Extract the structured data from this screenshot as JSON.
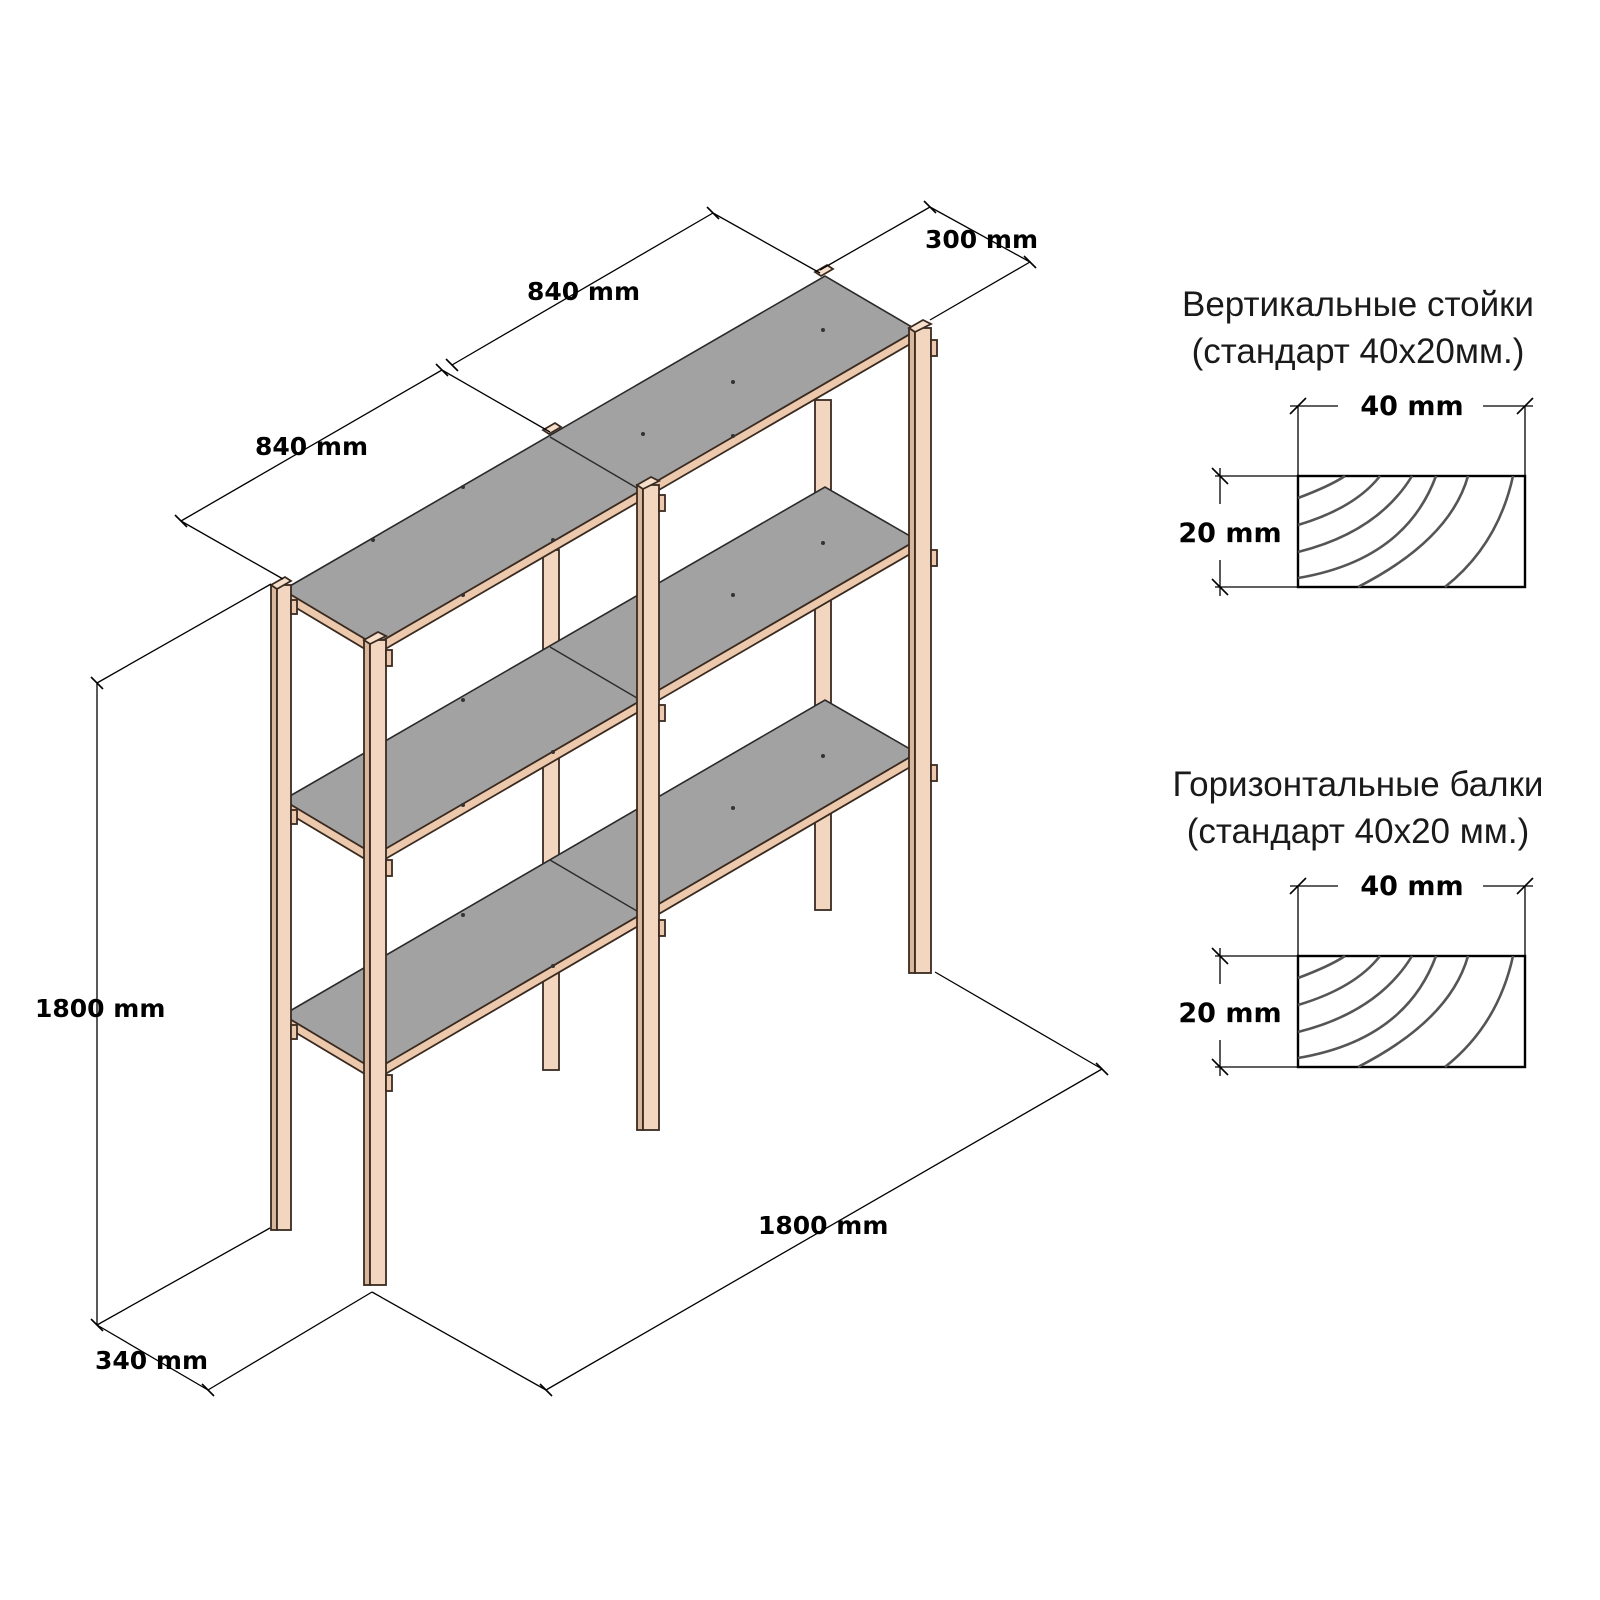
{
  "dimensions": {
    "top_segment_left": "840 mm",
    "top_segment_right": "840 mm",
    "depth_top": "300 mm",
    "height": "1800 mm",
    "width": "1800 mm",
    "depth_bottom": "340 mm"
  },
  "section_vertical": {
    "title_line1": "Вертикальные стойки",
    "title_line2": "(стандарт 40x20мм.)",
    "width_label": "40 mm",
    "height_label": "20 mm"
  },
  "section_horizontal": {
    "title_line1": "Горизонтальные балки",
    "title_line2": "(стандарт 40x20 мм.)",
    "width_label": "40 mm",
    "height_label": "20 mm"
  }
}
